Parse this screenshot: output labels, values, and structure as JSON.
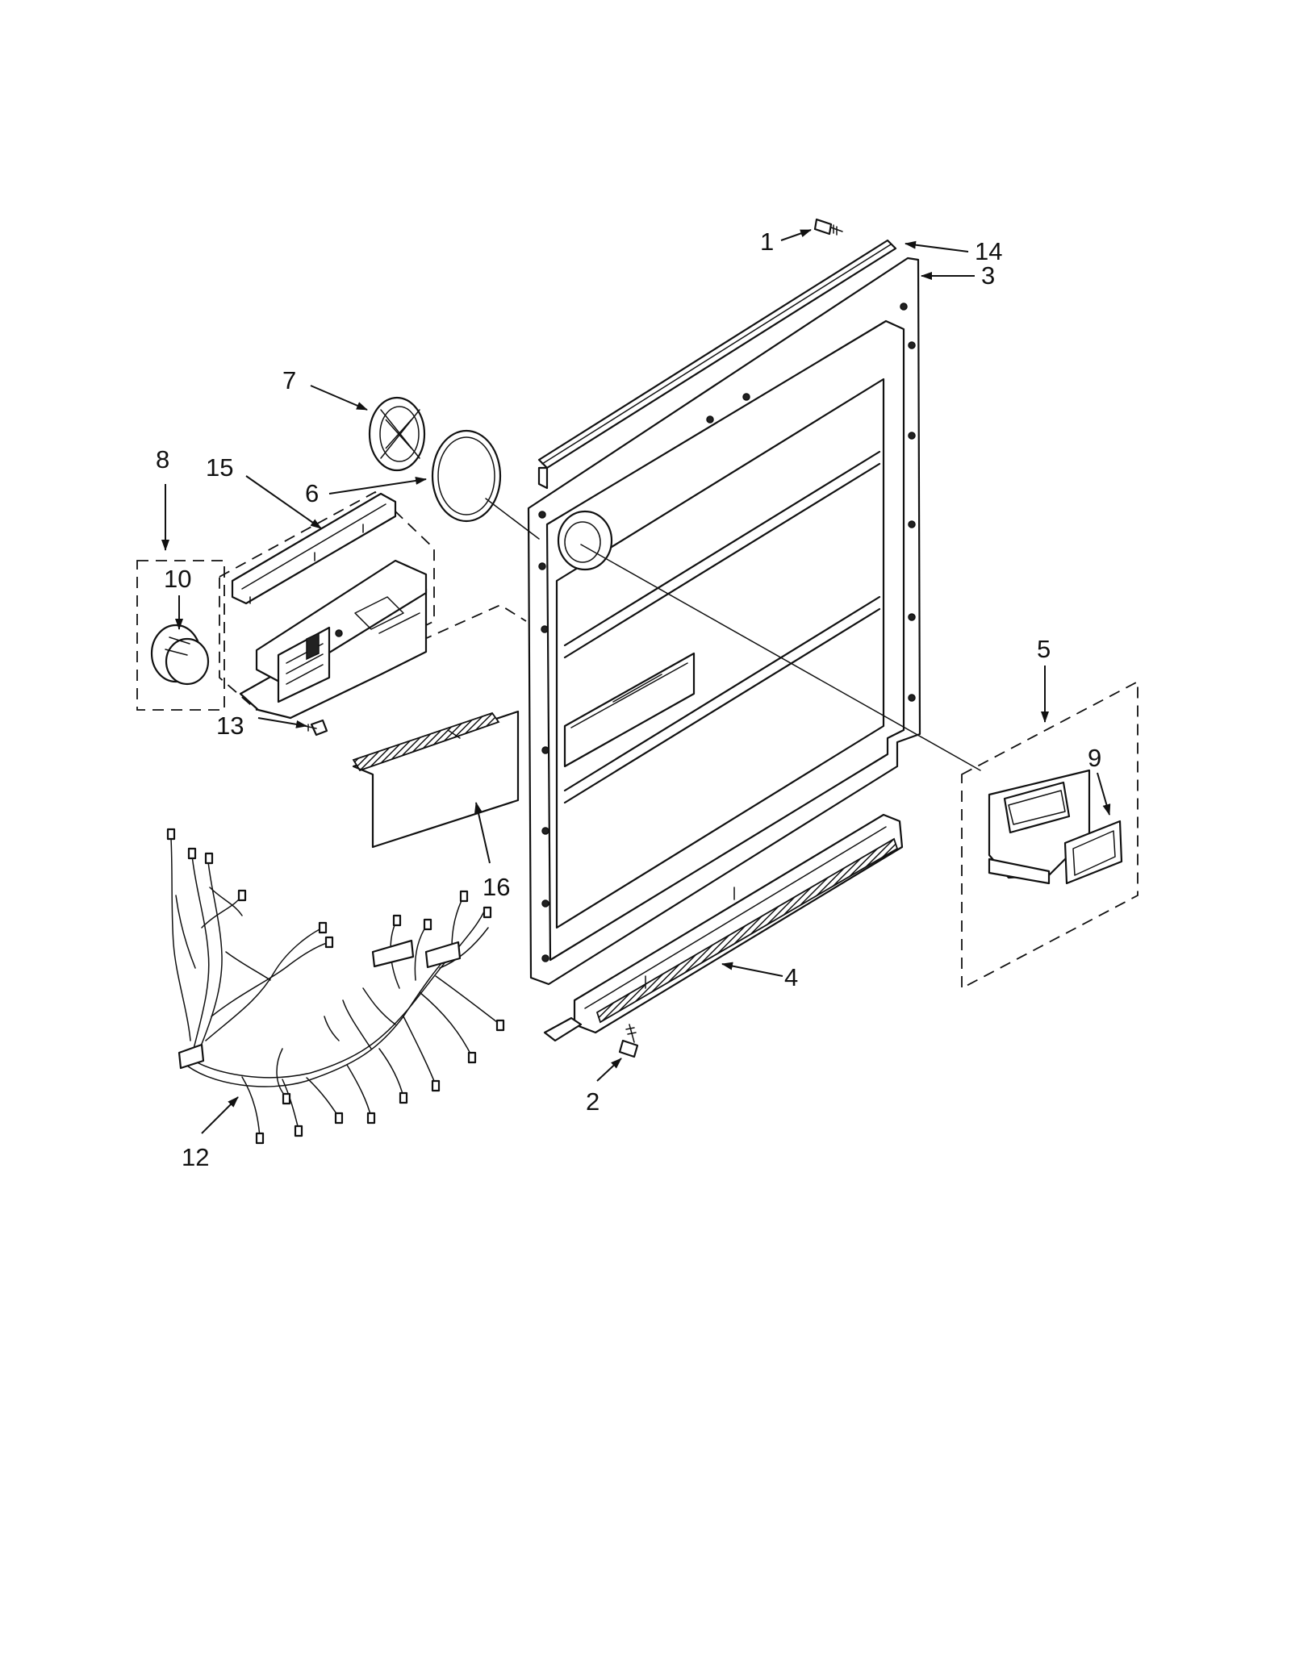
{
  "callouts": [
    {
      "id": "1",
      "label": "1"
    },
    {
      "id": "2",
      "label": "2"
    },
    {
      "id": "3",
      "label": "3"
    },
    {
      "id": "4",
      "label": "4"
    },
    {
      "id": "5",
      "label": "5"
    },
    {
      "id": "6",
      "label": "6"
    },
    {
      "id": "7",
      "label": "7"
    },
    {
      "id": "8",
      "label": "8"
    },
    {
      "id": "9",
      "label": "9"
    },
    {
      "id": "10",
      "label": "10"
    },
    {
      "id": "12",
      "label": "12"
    },
    {
      "id": "13",
      "label": "13"
    },
    {
      "id": "14",
      "label": "14"
    },
    {
      "id": "15",
      "label": "15"
    },
    {
      "id": "16",
      "label": "16"
    }
  ]
}
